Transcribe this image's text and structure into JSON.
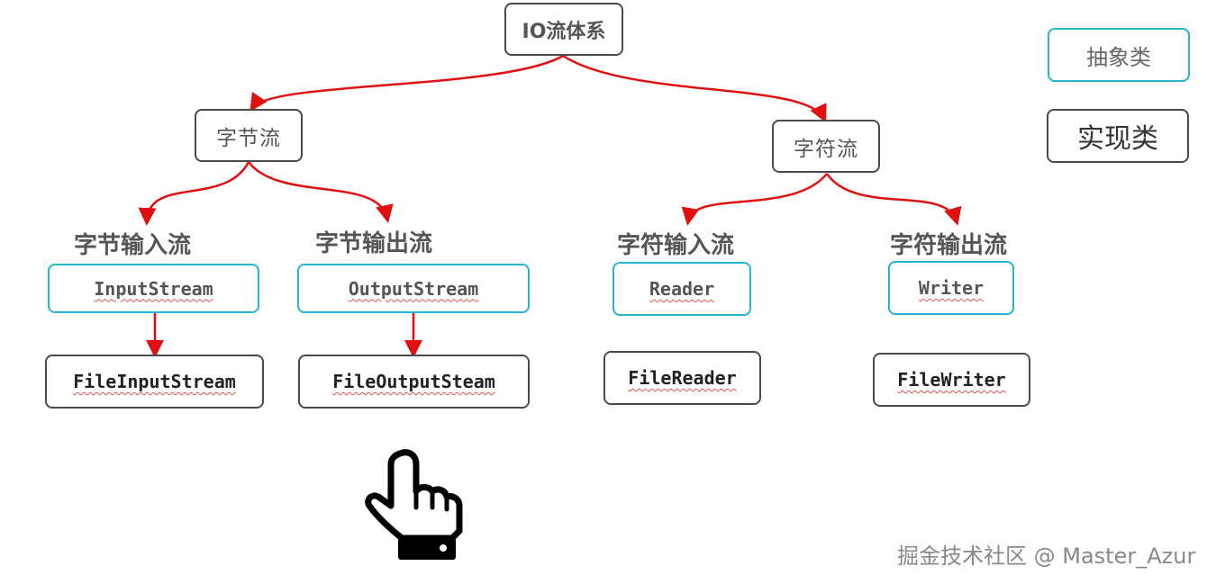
{
  "root": {
    "label": "IO流体系"
  },
  "categories": {
    "byte": "字节流",
    "char": "字符流"
  },
  "headings": {
    "byte_input": "字节输入流",
    "byte_output": "字节输出流",
    "char_input": "字符输入流",
    "char_output": "字符输出流"
  },
  "abstract_classes": {
    "input_stream": "InputStream",
    "output_stream": "OutputStream",
    "reader": "Reader",
    "writer": "Writer"
  },
  "impl_classes": {
    "file_input_stream": "FileInputStream",
    "file_output_steam": "FileOutputSteam",
    "file_reader": "FileReader",
    "file_writer": "FileWriter"
  },
  "legend": {
    "abstract": "抽象类",
    "impl": "实现类"
  },
  "watermark": "掘金技术社区 @ Master_Azur",
  "colors": {
    "arrow": "#e01010",
    "abstract_border": "#26b6cf",
    "impl_border": "#4a4a4a"
  },
  "icons": {
    "pointer": "hand-pointer-icon"
  }
}
